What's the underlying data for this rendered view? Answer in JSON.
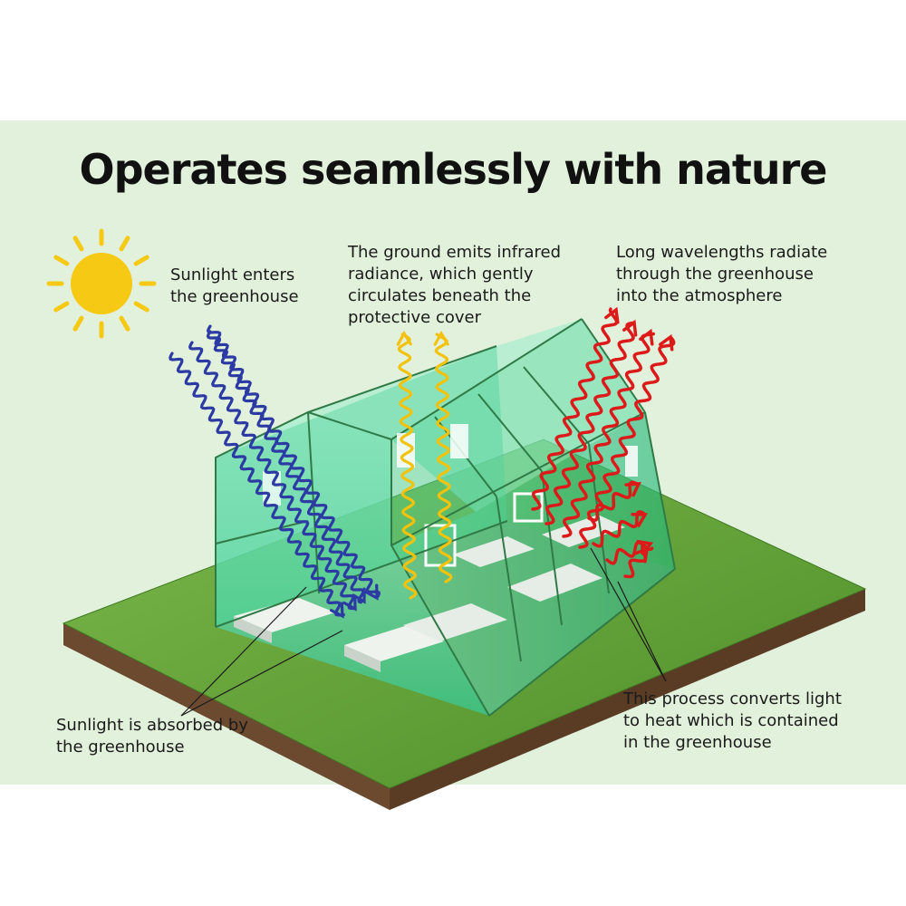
{
  "title": "Operates seamlessly with nature",
  "labels": {
    "sunlight_enters": [
      "Sunlight enters",
      "the greenhouse"
    ],
    "ground_emits": [
      "The ground emits infrared",
      "radiance, which gently",
      "circulates beneath the",
      "protective cover"
    ],
    "long_wavelengths": [
      "Long wavelengths radiate",
      "through the greenhouse",
      "into the atmosphere"
    ],
    "absorbed": [
      "Sunlight is absorbed by",
      "the greenhouse"
    ],
    "process": [
      "This process converts light",
      "to heat which is contained",
      "in the greenhouse"
    ]
  },
  "colors": {
    "panel_background": "#e2f1dc",
    "sun": "#f6c914",
    "sunlight_waves": "#2c3aa3",
    "infrared_waves": "#f2c20c",
    "long_waves": "#dd1a1a",
    "grass": "#6aa83a",
    "soil": "#6b4a30",
    "greenhouse_cover": "#3fd39a"
  },
  "icons": {
    "sun": "sun-icon"
  }
}
